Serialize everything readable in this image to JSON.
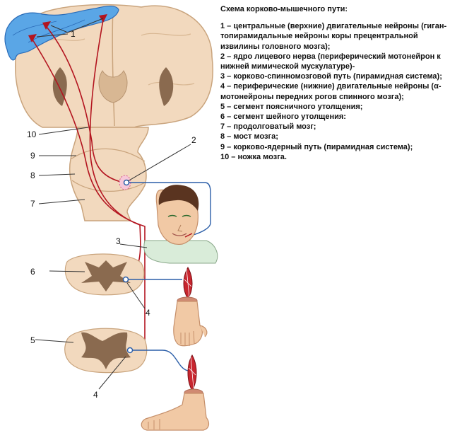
{
  "legend": {
    "title": "Схема корково-мышечного пути:",
    "items": [
      "1 – центральные (верхние) двигательные нейроны (гиган-топирамидальные нейроны коры прецентральной извилины головного мозга);",
      "2 – ядро лицевого нерва (периферический мотонейрон к нижней мимической мускулатуре)-",
      "3 – корково-спинномозговой путь (пирамидная система);",
      "4 – периферические (нижние) двигательные нейроны (α-мотонейроны передних рогов спинного мозга);",
      "5 – сегмент поясничного утолщения;",
      "6 – сегмент шейного утолщения:",
      "7 – продолговатый мозг;",
      "8 – мост мозга;",
      "9 – корково-ядерный путь (пирамидная система);",
      "10 – ножка мозга."
    ]
  },
  "callouts": {
    "n1": "1",
    "n2": "2",
    "n3": "3",
    "n4a": "4",
    "n4b": "4",
    "n5": "5",
    "n6": "6",
    "n7": "7",
    "n8": "8",
    "n9": "9",
    "n10": "10"
  },
  "colors": {
    "tract": "#b3141f",
    "brain": "#f2d9be",
    "brain_outline": "#c9a47d",
    "gray_matter": "#8a6a4f",
    "motor_cortex": "#5aa6e6",
    "nerve": "#2b5ea8",
    "skin": "#f1c9a5"
  },
  "icons": [
    "brain-illustration",
    "face-illustration",
    "hand-illustration",
    "foot-illustration",
    "muscle-icon"
  ]
}
